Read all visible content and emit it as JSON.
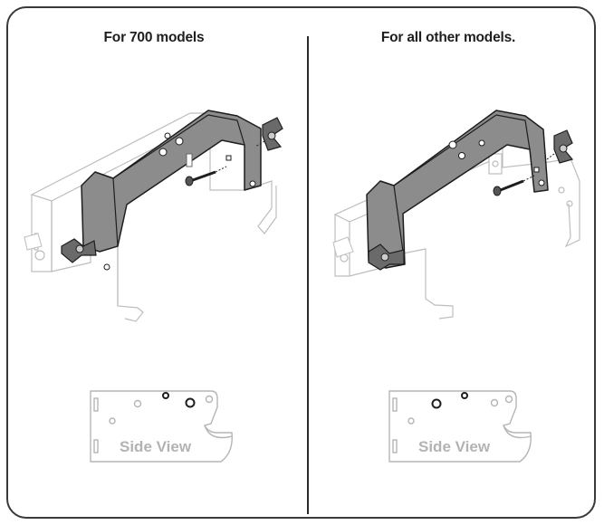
{
  "panels": {
    "left": {
      "title": "For 700 models",
      "side_view_label": "Side View"
    },
    "right": {
      "title": "For all other models.",
      "side_view_label": "Side View"
    }
  },
  "colors": {
    "frame": "#3a3a3a",
    "bracket_fill": "#8c8c8c",
    "outline_gray": "#b5b5b5",
    "label_gray": "#b3b3b3"
  },
  "icons": [
    "wing-knob-icon",
    "bolt-icon",
    "mounting-bracket-icon",
    "side-plate-icon"
  ]
}
